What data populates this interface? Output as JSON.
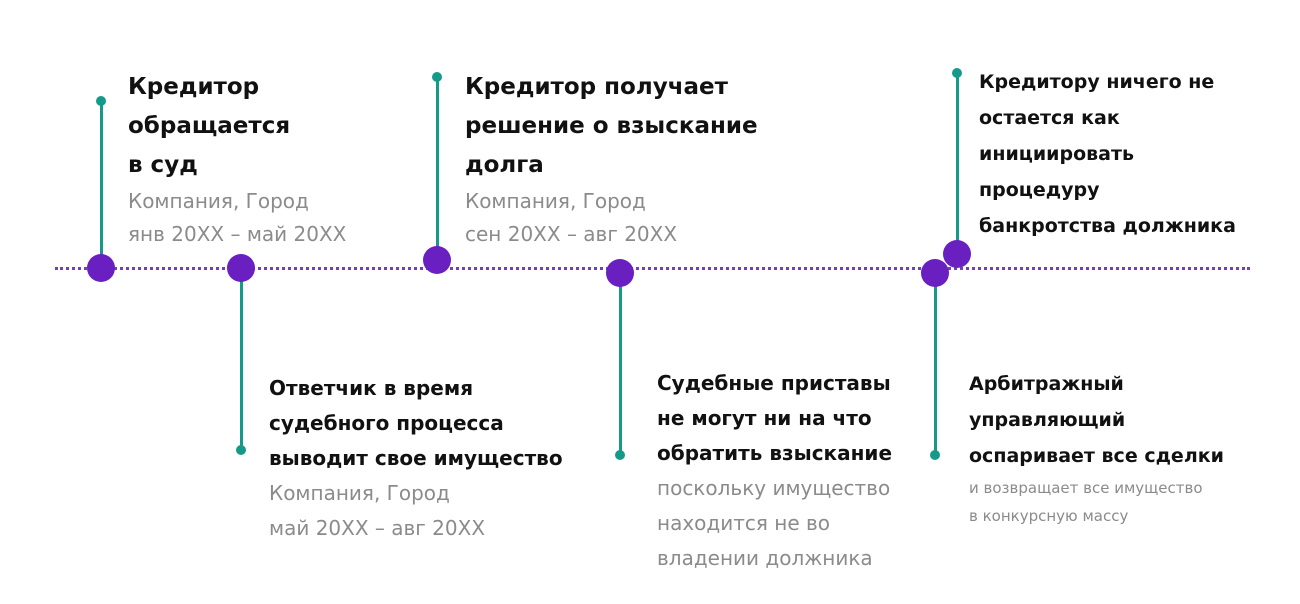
{
  "events": [
    {
      "id": "e1",
      "title_lines": [
        "Кредитор",
        "обращается",
        "в суд"
      ],
      "sub_lines": [
        "Компания, Город",
        "янв 20XX – май 20XX"
      ]
    },
    {
      "id": "e2",
      "title_lines": [
        "Ответчик в время",
        "судебного процесса",
        "выводит свое имущество"
      ],
      "sub_lines": [
        "Компания, Город",
        "май 20XX – авг 20XX"
      ]
    },
    {
      "id": "e3",
      "title_lines": [
        "Кредитор получает",
        "решение о взыскание",
        "долга"
      ],
      "sub_lines": [
        "Компания, Город",
        "сен 20XX – авг 20XX"
      ]
    },
    {
      "id": "e4",
      "title_lines": [
        "Судебные приставы",
        "не могут ни на что",
        "обратить взыскание"
      ],
      "sub_lines": [
        "поскольку имущество",
        "находится не во",
        "владении должника"
      ]
    },
    {
      "id": "e5",
      "title_lines": [
        "Кредитору ничего не",
        "остается как",
        "инициировать",
        "процедуру",
        "банкротства должника"
      ],
      "sub_lines": []
    },
    {
      "id": "e6",
      "title_lines": [
        "Арбитражный",
        "управляющий",
        "оспаривает все сделки"
      ],
      "sub_lines": [
        "и возвращает все имущество",
        "в конкурсную массу"
      ]
    }
  ],
  "colors": {
    "axis": "#7a3db8",
    "node": "#6a1fc0",
    "stem": "#159a8a",
    "title": "#111111",
    "subtitle": "#8b8b8b"
  }
}
